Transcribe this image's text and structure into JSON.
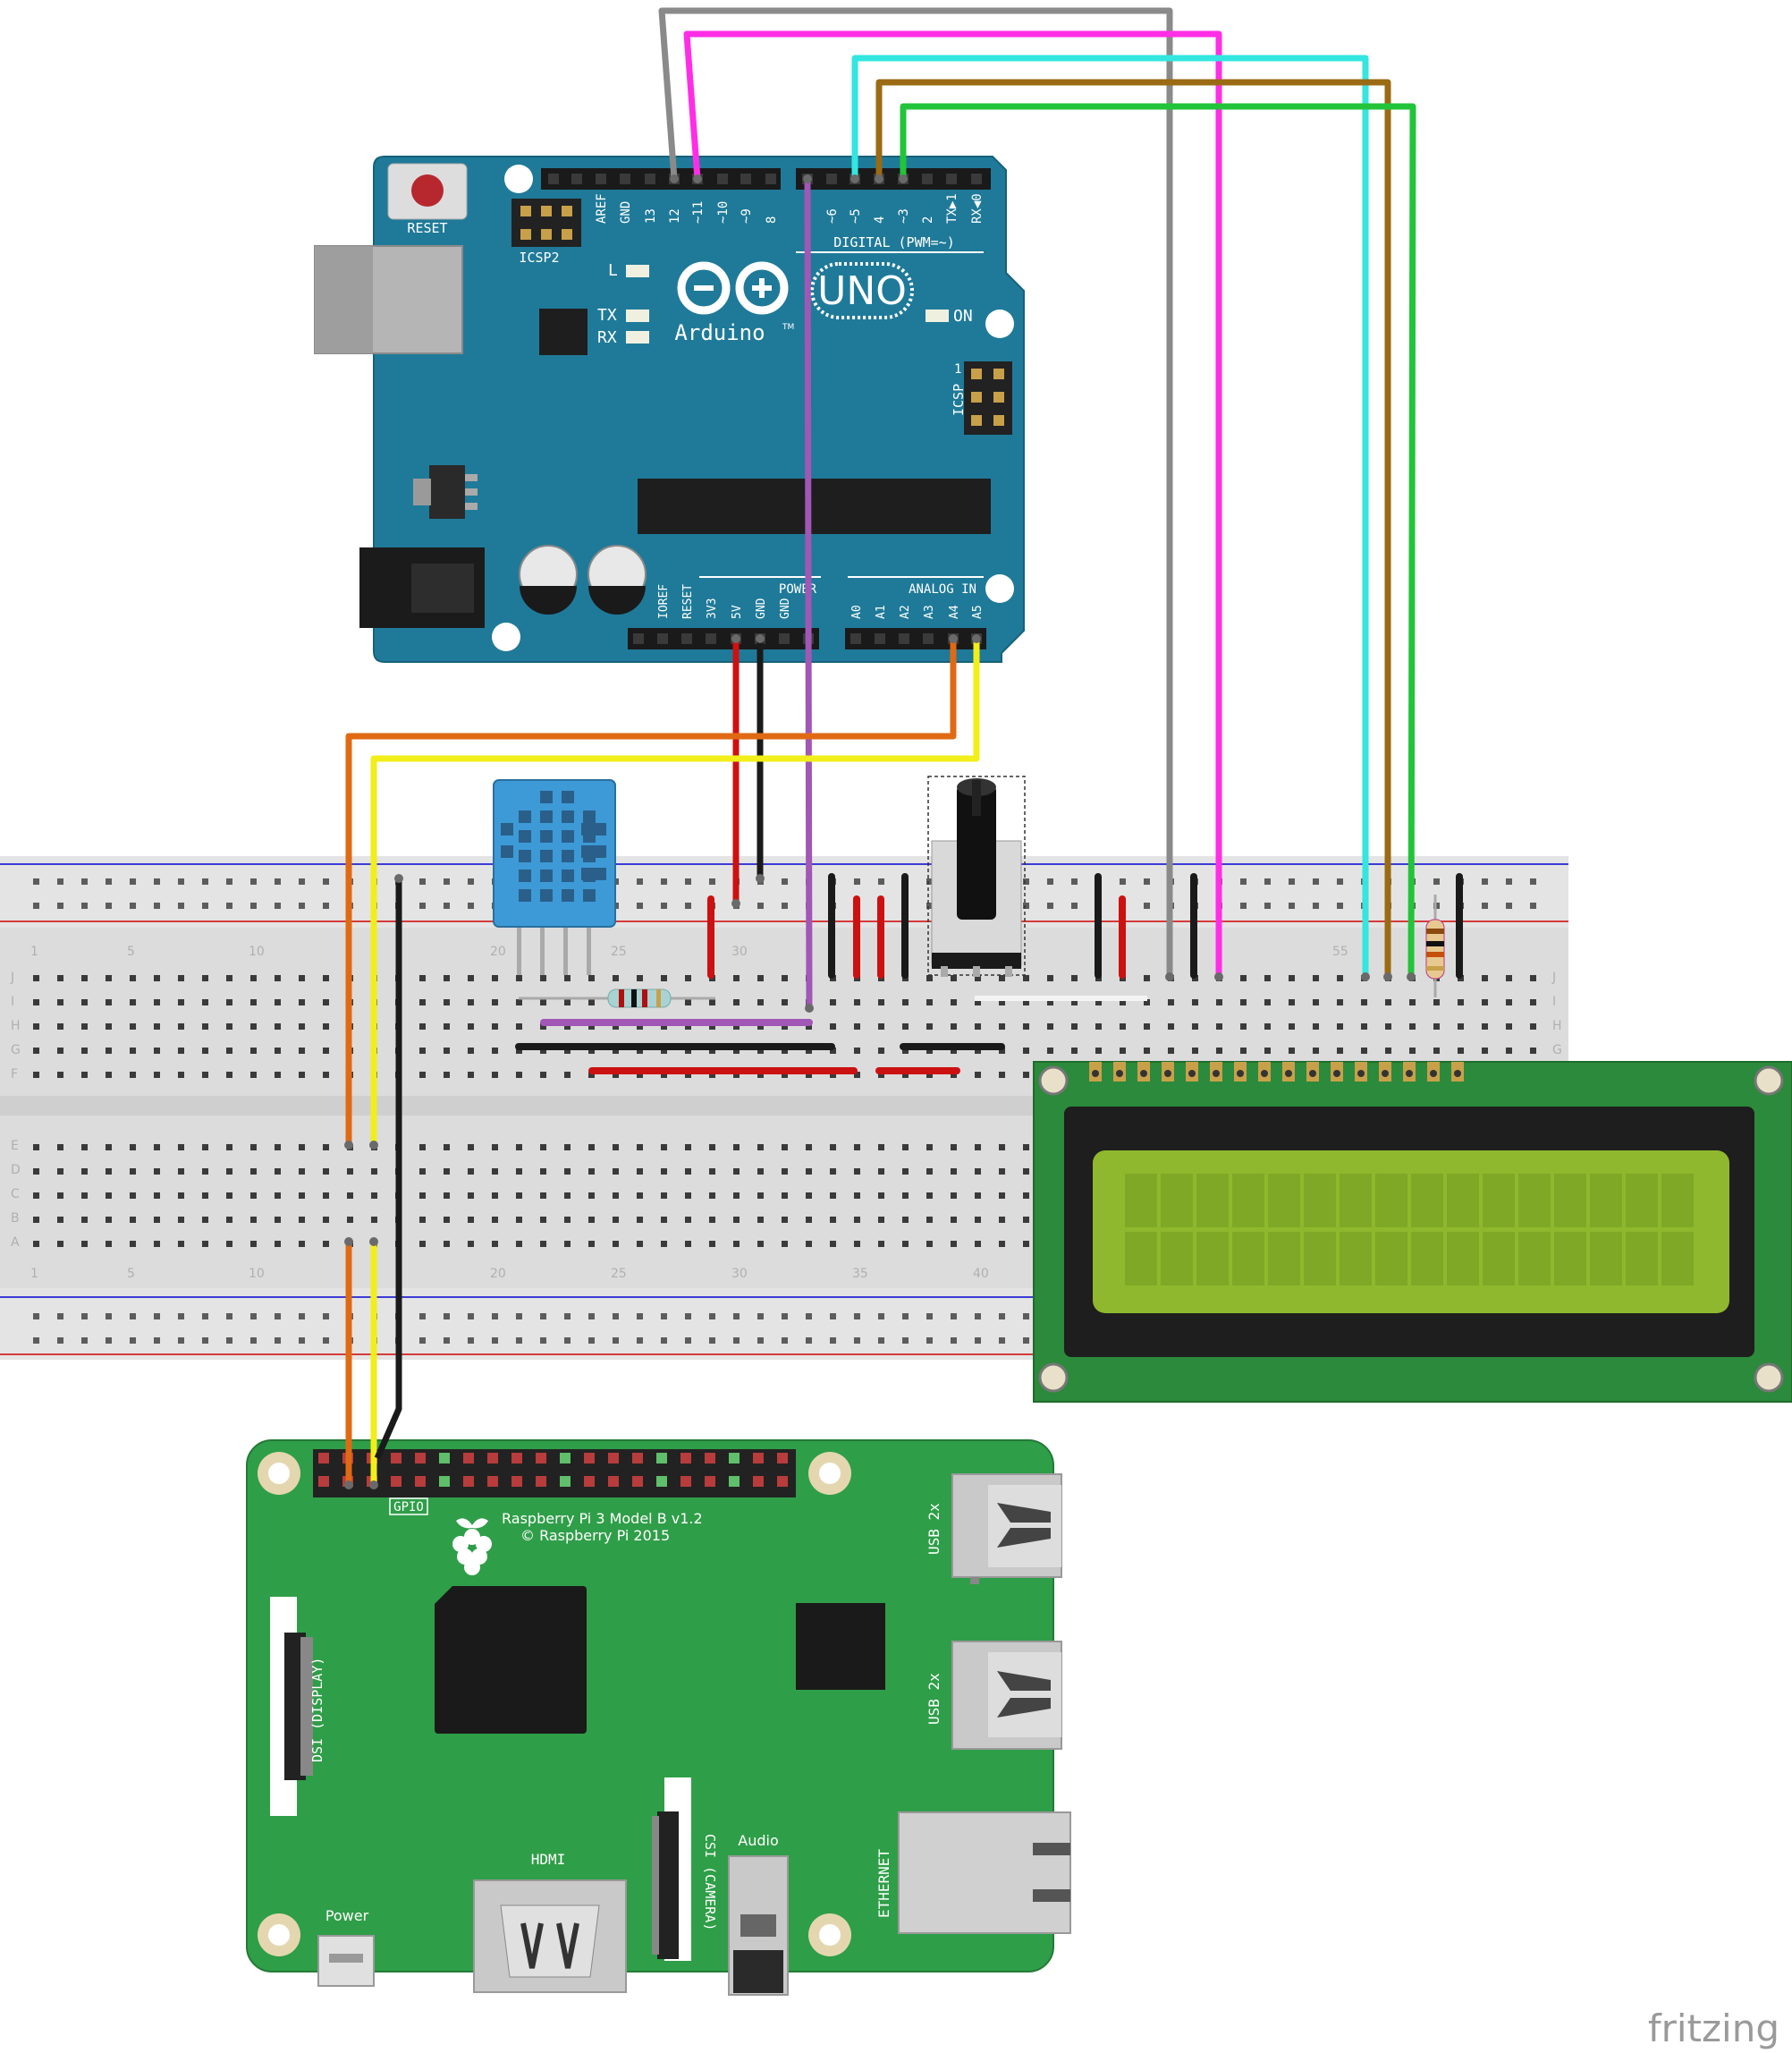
{
  "arduino": {
    "reset_label": "RESET",
    "icsp2_label": "ICSP2",
    "icsp_label": "ICSP",
    "icsp_pin1": "1",
    "led_l": "L",
    "led_tx": "TX",
    "led_rx": "RX",
    "on_label": "ON",
    "brand": "Arduino",
    "tm": "TM",
    "model": "UNO",
    "digital_label": "DIGITAL (PWM=~)",
    "power_label": "POWER",
    "analog_label": "ANALOG IN",
    "digital_pins": [
      "AREF",
      "GND",
      "13",
      "12",
      "~11",
      "~10",
      "~9",
      "8",
      "~6",
      "~5",
      "4",
      "~3",
      "2",
      "TX▶1",
      "RX◀0"
    ],
    "power_pins": [
      "IOREF",
      "RESET",
      "3V3",
      "5V",
      "GND",
      "GND"
    ],
    "analog_pins": [
      "A0",
      "A1",
      "A2",
      "A3",
      "A4",
      "A5"
    ]
  },
  "breadboard": {
    "row_letters_top": [
      "J",
      "I",
      "H",
      "G",
      "F"
    ],
    "row_letters_bottom": [
      "E",
      "D",
      "C",
      "B",
      "A"
    ],
    "column_numbers": [
      "1",
      "5",
      "10",
      "20",
      "25",
      "30",
      "35",
      "40",
      "55"
    ]
  },
  "raspberry_pi": {
    "title": "Raspberry Pi 3 Model B v1.2",
    "copyright": "© Raspberry Pi 2015",
    "gpio_label": "GPIO",
    "usb_label": "USB 2x",
    "dsi_label": "DSI (DISPLAY)",
    "csi_label": "CSI (CAMERA)",
    "hdmi_label": "HDMI",
    "audio_label": "Audio",
    "ethernet_label": "ETHERNET",
    "power_label": "Power"
  },
  "watermark": "fritzing",
  "colors": {
    "arduino_board": "#1f7a99",
    "rpi_board": "#2f9e48",
    "lcd_board": "#2b8a3b",
    "lcd_screen": "#8fb82e",
    "dht_sensor": "#3d9ad6",
    "wire_gray": "#8a8a8a",
    "wire_magenta": "#ff2ee6",
    "wire_cyan": "#33e6e0",
    "wire_brown": "#9a6a14",
    "wire_green": "#22c43a",
    "wire_purple": "#a057b5",
    "wire_red": "#cc1111",
    "wire_black": "#1a1a1a",
    "wire_orange": "#e06a14",
    "wire_yellow": "#f2ee1a"
  }
}
